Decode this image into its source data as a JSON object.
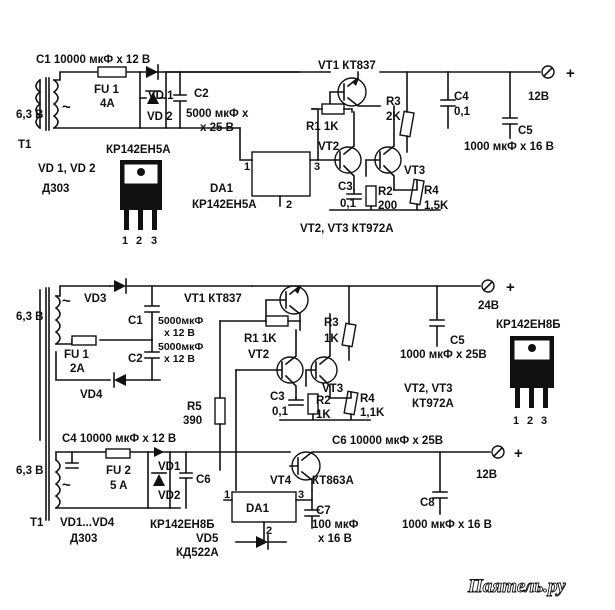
{
  "top": {
    "c1": "C1  10000 мкФ х 12 В",
    "fu1": "FU 1",
    "fu1_rating": "4A",
    "vd1": "VD 1",
    "vd2": "VD 2",
    "tr_voltage": "6,3 В",
    "t1": "T1",
    "c2": "C2",
    "c2_val1": "5000 мкФ х",
    "c2_val2": "х 25 В",
    "vt1": "VT1 КТ837",
    "r1": "R1  1K",
    "vt2": "VT2",
    "vt3": "VT3",
    "r3": "R3",
    "r3_val": "2K",
    "c4": "C4",
    "c4_val": "0,1",
    "out": "12В",
    "c5": "C5",
    "c5_val": "1000 мкФ х 16 В",
    "c3": "C3",
    "c3_val": "0,1",
    "r2": "R2",
    "r2_val": "200",
    "r4": "R4",
    "r4_val": "1,5K",
    "da1": "DA1",
    "da1_type": "КР142ЕН5А",
    "pin1": "1",
    "pin2": "2",
    "pin3": "3",
    "vt23": "VT2, VT3 КТ972А",
    "pkg_title": "КР142ЕН5А",
    "vd12": "VD 1,  VD 2",
    "d303": "Д303",
    "pkg_pins": [
      "1",
      "2",
      "3"
    ],
    "plus": "+"
  },
  "bottom": {
    "vd3": "VD3",
    "vd4": "VD4",
    "tr1_voltage": "6,3 В",
    "c1": "C1",
    "c1_val1": "5000мкФ",
    "c1_val2": "х 12 В",
    "c2": "C2",
    "c2_val1": "5000мкФ",
    "c2_val2": "х 12 В",
    "fu1": "FU 1",
    "fu1_rating": "2A",
    "vt1": "VT1 КТ837",
    "r1": "R1  1K",
    "r3": "R3",
    "r3_val": "1K",
    "vt2": "VT2",
    "vt3": "VT3",
    "c3": "C3",
    "c3_val": "0,1",
    "r2": "R2",
    "r2_val": "1K",
    "r4": "R4",
    "r4_val": "1,1K",
    "out24": "24В",
    "c5": "C5",
    "c5_val": "1000 мкФ х 25В",
    "pkg_title": "КР142ЕН8Б",
    "vt23": "VT2, VT3",
    "vt23_type": "КТ972А",
    "pkg_pins": [
      "1",
      "2",
      "3"
    ],
    "r5": "R5",
    "r5_val": "390",
    "c4": "C4  10000 мкФ х 12 В",
    "fu2": "FU 2",
    "fu2_rating": "5 A",
    "vd1": "VD1",
    "vd2": "VD2",
    "c6_small": "C6",
    "tr2_voltage": "6,3 В",
    "c6": "C6  10000 мкФ х 25В",
    "vt4": "VT4",
    "vt4_type": "КТ863А",
    "out12": "12В",
    "t1": "T1",
    "vd14": "VD1...VD4",
    "d303": "Д303",
    "da1": "DA1",
    "da1_type": "КР142ЕН8Б",
    "vd5": "VD5",
    "vd5_type": "КД522А",
    "c7": "C7",
    "c7_val1": "100 мкФ",
    "c7_val2": "х 16 В",
    "c8": "C8",
    "c8_val": "1000 мкФ х 16 В",
    "pin1": "1",
    "pin2": "2",
    "pin3": "3",
    "plus": "+"
  },
  "watermark": "Паяmель.ру"
}
